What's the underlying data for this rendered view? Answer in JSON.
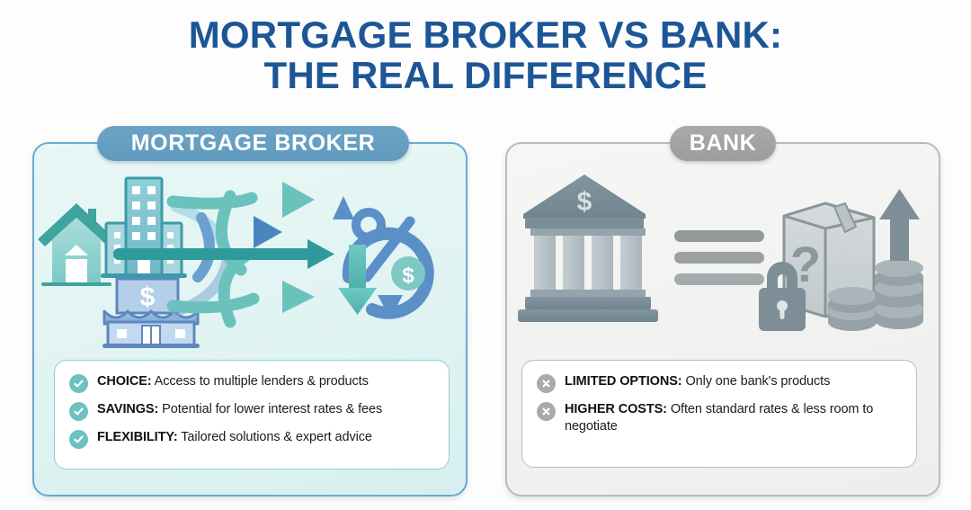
{
  "title": {
    "line1": "MORTGAGE BROKER VS BANK:",
    "line2": "THE REAL DIFFERENCE",
    "color": "#1d5696"
  },
  "colors": {
    "title_blue": "#1d5696",
    "broker_badge": "#6399bf",
    "bank_badge": "#a0a2a2",
    "broker_panel_bg": "#e2f4f2",
    "broker_panel_border": "#6ba9cf",
    "bank_panel_bg": "#f2f2f1",
    "bank_panel_border": "#b8bcbd",
    "check_teal": "#6cc2c0",
    "cross_gray": "#a8aaac",
    "illustration_teal": "#4fb3ae",
    "illustration_blue": "#5b8cc4",
    "illustration_slate": "#7b8f99",
    "page_bg": "#fdfdfd"
  },
  "left_panel": {
    "badge_label": "MORTGAGE BROKER",
    "illustration": {
      "icons": [
        "house-icon",
        "office-building-icon",
        "storefront-dollar-icon",
        "branching-arrows-icon",
        "percent-dollar-cycle-icon",
        "down-arrow-icon"
      ]
    },
    "bullets": [
      {
        "icon": "check-circle-icon",
        "lead": "CHOICE:",
        "text": "Access to multiple lenders & products"
      },
      {
        "icon": "check-circle-icon",
        "lead": "SAVINGS:",
        "text": "Potential for lower interest rates & fees"
      },
      {
        "icon": "check-circle-icon",
        "lead": "FLEXIBILITY:",
        "text": "Tailored solutions & expert advice"
      }
    ]
  },
  "right_panel": {
    "badge_label": "BANK",
    "illustration": {
      "icons": [
        "bank-building-dollar-icon",
        "three-bars-icon",
        "mystery-box-question-icon",
        "padlock-icon",
        "coin-stacks-icon",
        "up-arrow-icon"
      ]
    },
    "bullets": [
      {
        "icon": "x-circle-icon",
        "lead": "LIMITED OPTIONS:",
        "text": "Only one bank's products"
      },
      {
        "icon": "x-circle-icon",
        "lead": "HIGHER COSTS:",
        "text": "Often standard rates & less room to negotiate"
      }
    ]
  }
}
